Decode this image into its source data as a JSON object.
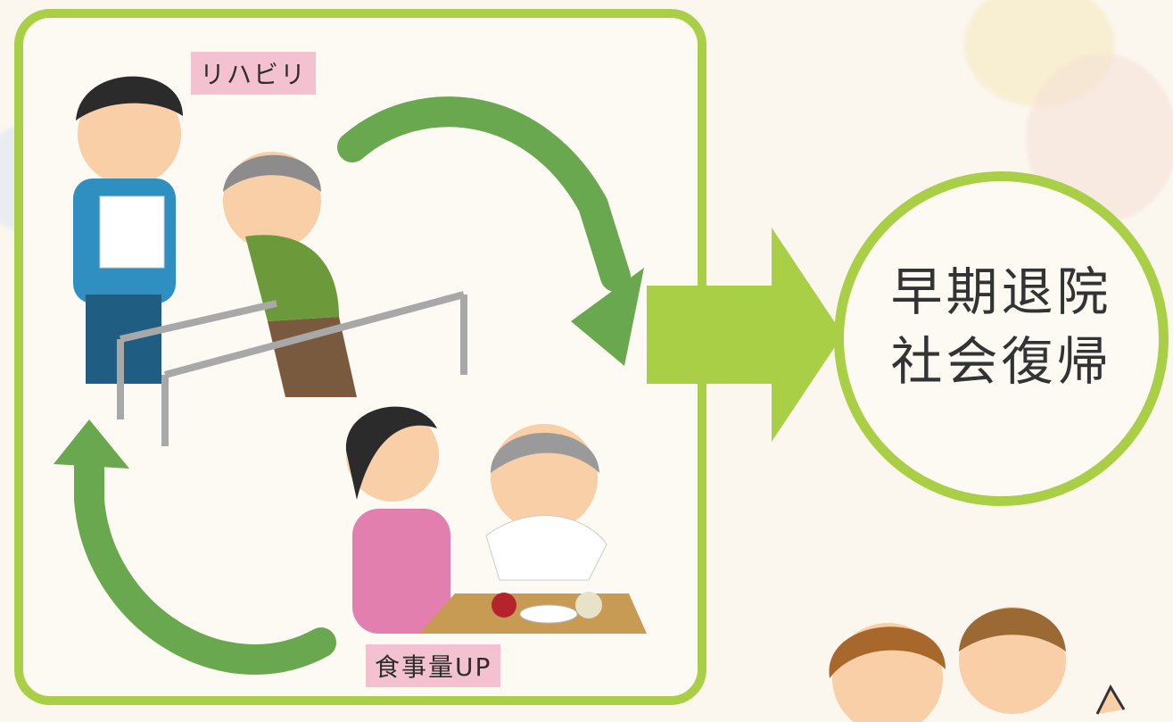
{
  "cycle": {
    "rehab_label": "リハビリ",
    "meal_label": "食事量UP"
  },
  "result": {
    "line1": "早期退院",
    "line2": "社会復帰"
  },
  "colors": {
    "frame_green": "#a9cf46",
    "arrow_dark_green": "#6aa84f",
    "arrow_light_green": "#a9cf46",
    "label_pink": "#f3c1cf",
    "background": "#fbf7ef"
  }
}
